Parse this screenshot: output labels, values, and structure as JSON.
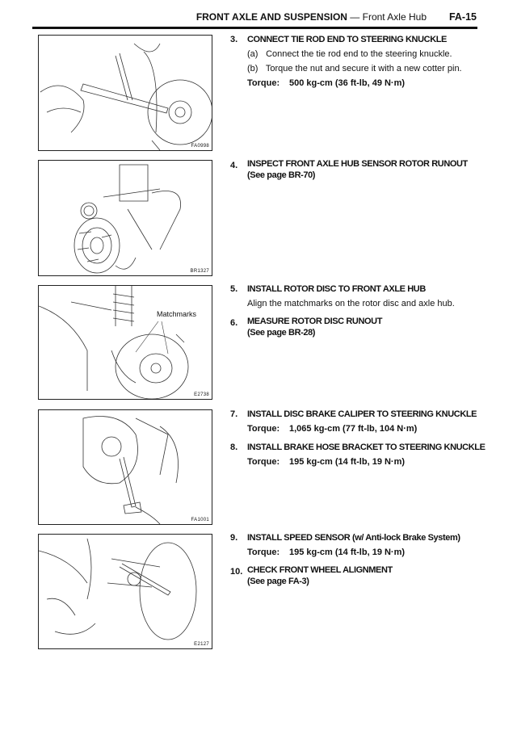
{
  "header": {
    "section": "FRONT AXLE AND SUSPENSION",
    "dash": "—",
    "subsection": "Front Axle Hub",
    "page": "FA-15"
  },
  "figures": [
    {
      "code": "FA0998"
    },
    {
      "code": "BR1327"
    },
    {
      "code": "E2738",
      "label": "Matchmarks"
    },
    {
      "code": "FA1001"
    },
    {
      "code": "E2127"
    }
  ],
  "steps": [
    {
      "num": "3.",
      "title": "CONNECT TIE ROD END TO STEERING KNUCKLE",
      "subs": [
        {
          "k": "(a)",
          "text": "Connect the tie rod end to the steering knuckle."
        },
        {
          "k": "(b)",
          "text": "Torque the nut and secure it with a new cotter pin."
        }
      ],
      "torque_label": "Torque:",
      "torque": "500 kg-cm (36 ft-lb, 49 N·m)"
    },
    {
      "num": "4.",
      "title": "INSPECT FRONT AXLE HUB SENSOR ROTOR RUNOUT",
      "title2": "(See page BR-70)"
    },
    {
      "num": "5.",
      "title": "INSTALL ROTOR DISC TO FRONT AXLE HUB",
      "text": "Align the matchmarks on the rotor disc and axle hub."
    },
    {
      "num": "6.",
      "title": "MEASURE ROTOR DISC RUNOUT",
      "title2": "(See page BR-28)"
    },
    {
      "num": "7.",
      "title": "INSTALL DISC BRAKE CALIPER TO STEERING KNUCKLE",
      "torque_label": "Torque:",
      "torque": "1,065 kg-cm (77 ft-lb, 104 N·m)"
    },
    {
      "num": "8.",
      "title": "INSTALL BRAKE HOSE BRACKET TO STEERING KNUCKLE",
      "torque_label": "Torque:",
      "torque": "195 kg-cm (14 ft-lb, 19 N·m)"
    },
    {
      "num": "9.",
      "title": "INSTALL SPEED SENSOR (w/ Anti-lock Brake System)",
      "torque_label": "Torque:",
      "torque": "195 kg-cm (14 ft-lb, 19 N·m)"
    },
    {
      "num": "10.",
      "title": "CHECK FRONT WHEEL ALIGNMENT",
      "title2": "(See page FA-3)"
    }
  ]
}
